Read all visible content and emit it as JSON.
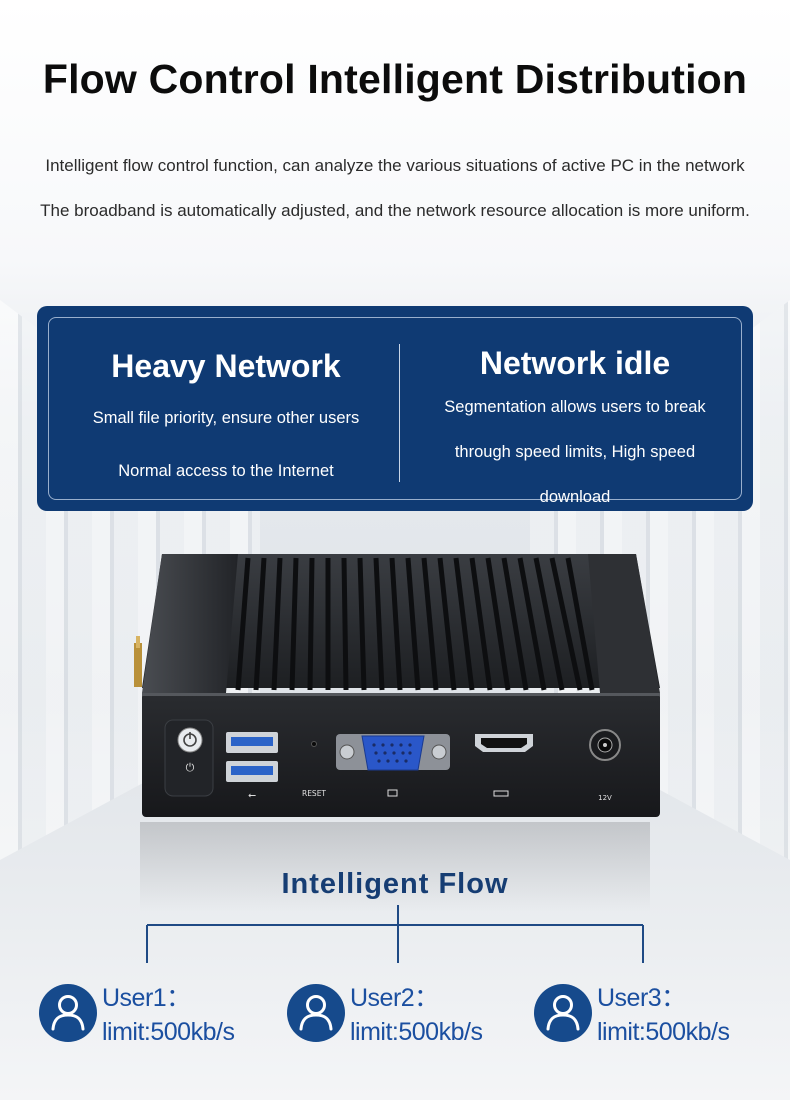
{
  "header": {
    "title": "Flow Control Intelligent Distribution",
    "subtitle_line1": "Intelligent flow control function, can analyze the various situations of active PC in the network",
    "subtitle_line2": "The broadband is automatically adjusted, and the network resource allocation is more uniform."
  },
  "panel": {
    "left": {
      "heading": "Heavy Network",
      "line1": "Small file priority, ensure other users",
      "line2": "Normal access to the Internet"
    },
    "right": {
      "heading": "Network idle",
      "line1": "Segmentation allows users to break",
      "line2": "through speed limits, High speed",
      "line3": "download"
    }
  },
  "device": {
    "reset_label": "RESET",
    "dc_label": "12V",
    "icons": [
      "power-icon",
      "usb-icon",
      "vga-port-icon",
      "hdmi-port-icon",
      "dc-power-icon"
    ]
  },
  "flow": {
    "title": "Intelligent Flow",
    "users": [
      {
        "name": "User1：",
        "limit": "limit:500kb/s"
      },
      {
        "name": "User2：",
        "limit": "limit:500kb/s"
      },
      {
        "name": "User3：",
        "limit": "limit:500kb/s"
      }
    ]
  },
  "colors": {
    "panel_bg": "#0f3a73",
    "accent_blue": "#1b4fa0",
    "flow_title": "#163d73",
    "avatar_bg": "#164a8c"
  }
}
